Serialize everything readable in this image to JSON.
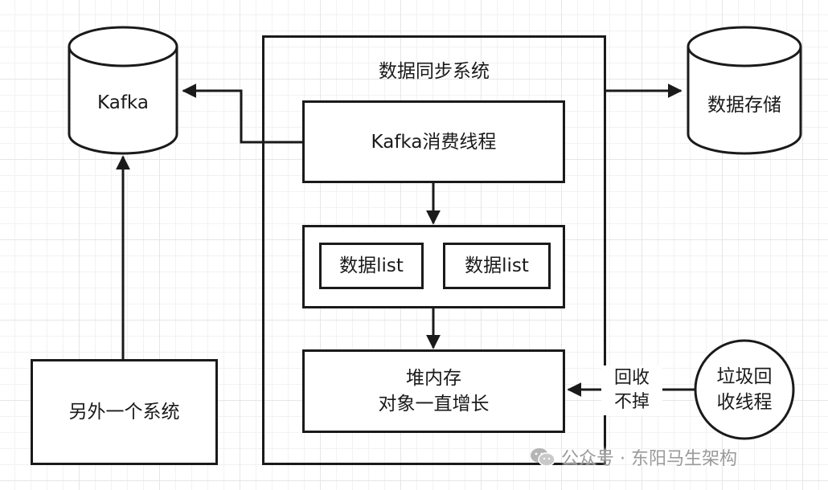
{
  "nodes": {
    "kafka": "Kafka",
    "data_storage": "数据存储",
    "other_system": "另外一个系统",
    "sync_system_title": "数据同步系统",
    "kafka_consumer_thread": "Kafka消费线程",
    "data_list_1": "数据list",
    "data_list_2": "数据list",
    "heap_memory": "堆内存\n对象一直增长",
    "gc_thread": "垃圾回\n收线程"
  },
  "edge_labels": {
    "cannot_reclaim": "回收\n不掉"
  },
  "watermark": {
    "text": "公众号 · 东阳马生架构",
    "icon": "wechat-icon"
  },
  "colors": {
    "stroke": "#1a1a1a",
    "watermark": "#9a9a9a"
  }
}
